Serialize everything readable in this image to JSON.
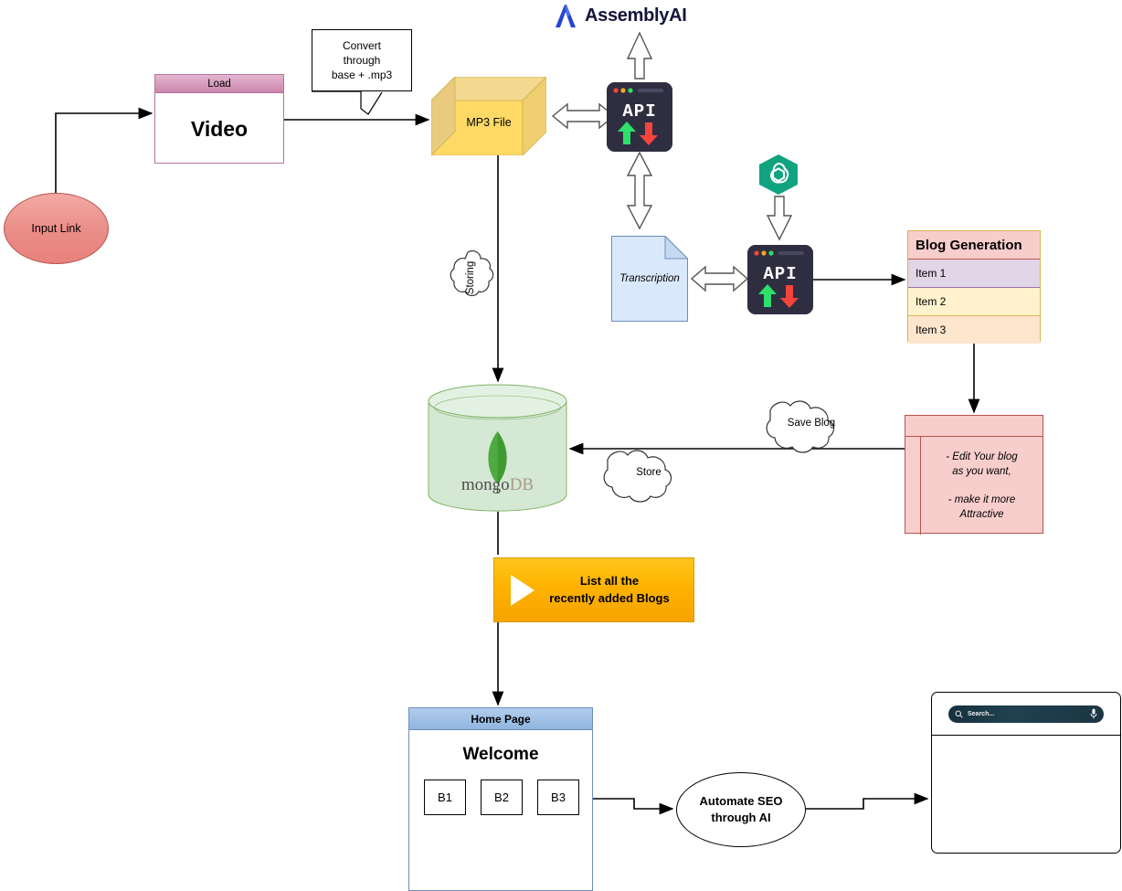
{
  "diagram": {
    "title": "Blog generation pipeline flowchart",
    "nodes": {
      "input_link": {
        "label": "Input Link",
        "fill": "#ea8c86",
        "stroke": "#b85450"
      },
      "video": {
        "header": "Load",
        "body": "Video",
        "fill": "#ffffff",
        "header_fill": "#cc85ad",
        "stroke": "#b5739d"
      },
      "callout": {
        "line1": "Convert",
        "line2": "through",
        "line3": "base + .mp3"
      },
      "mp3": {
        "label": "MP3 File",
        "fill": "#ffd966",
        "stroke": "#d6b656"
      },
      "assemblyai": {
        "label": "AssemblyAI",
        "icon": "assemblyai-logo-icon",
        "color": "#15143a",
        "mark_color": "#2545d3"
      },
      "api_top": {
        "label": "API",
        "icon": "api-terminal-icon",
        "fill": "#2f2e41",
        "up_arrow_color": "#2ee06a",
        "down_arrow_color": "#f4443c"
      },
      "api_bottom": {
        "label": "API",
        "icon": "api-terminal-icon",
        "fill": "#2f2e41",
        "up_arrow_color": "#2ee06a",
        "down_arrow_color": "#f4443c"
      },
      "chatgpt": {
        "icon": "openai-logo-icon",
        "fill": "#10a37f"
      },
      "transcription": {
        "label": "Transcription",
        "fill": "#dae8fc",
        "stroke": "#6c8ebf"
      },
      "mongodb": {
        "label": "mongoDB",
        "label_part1": "mongo",
        "label_part2": "DB",
        "icon": "mongodb-leaf-icon",
        "fill": "#d5e8d4",
        "stroke": "#82b366"
      },
      "list_blogs": {
        "line1": "List all the",
        "line2": "recently added Blogs",
        "fill": "#ffb200",
        "stroke": "#d79b00",
        "icon": "play-triangle-icon"
      },
      "home_page": {
        "header": "Home Page",
        "welcome": "Welcome",
        "buttons": [
          "B1",
          "B2",
          "B3"
        ],
        "fill": "#ffffff",
        "header_fill": "#8fb5e0",
        "stroke": "#6c8ebf"
      },
      "seo": {
        "line1": "Automate SEO",
        "line2": "through AI"
      },
      "browser": {
        "search_placeholder": "Search...",
        "search_icon": "magnifier-icon",
        "mic_icon": "microphone-icon",
        "bar_fill": "#20414f"
      }
    },
    "blog_table": {
      "title": "Blog Generation",
      "rows": [
        "Item 1",
        "Item 2",
        "Item 3"
      ],
      "title_fill": "#f8cecc",
      "row_fills": [
        "#e1d5e7",
        "#fff2cc",
        "#fde5ce"
      ]
    },
    "edit_box": {
      "line1": "- Edit Your blog",
      "line2": "as you want,",
      "line3": "- make it more",
      "line4": "Attractive",
      "fill": "#f8cecc",
      "stroke": "#b85450"
    },
    "clouds": [
      {
        "label": "Storing",
        "orientation": "vertical"
      },
      {
        "label": "Save Blog",
        "orientation": "horizontal"
      },
      {
        "label": "Store",
        "orientation": "horizontal"
      }
    ]
  }
}
